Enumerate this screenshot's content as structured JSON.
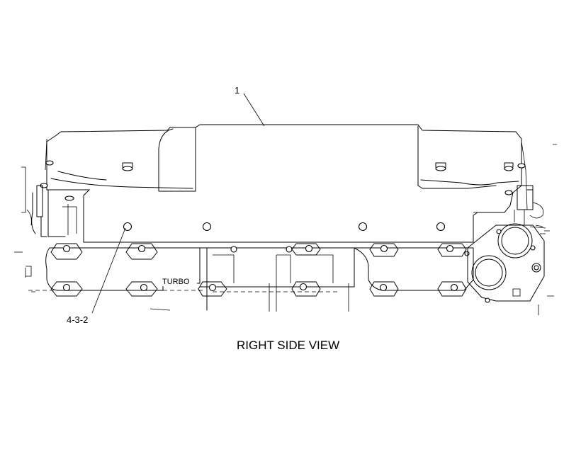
{
  "view_title": "RIGHT SIDE VIEW",
  "callouts": {
    "part_1": "1",
    "part_4_3_2": "4-3-2"
  },
  "labels": {
    "turbo": "TURBO"
  }
}
